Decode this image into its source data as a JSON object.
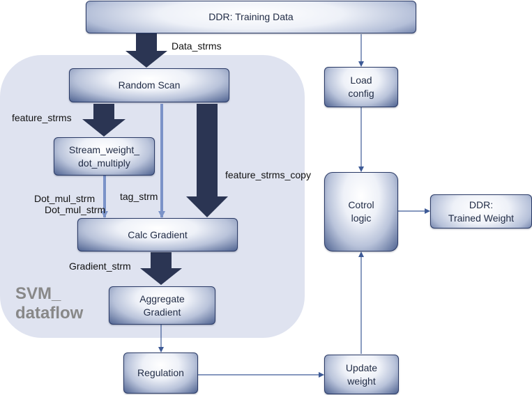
{
  "region": {
    "title": "SVM_\ndataflow"
  },
  "nodes": {
    "ddr_training": "DDR: Training Data",
    "random_scan": "Random Scan",
    "stream_weight": "Stream_weight_\ndot_multiply",
    "calc_gradient": "Calc Gradient",
    "aggregate": "Aggregate\nGradient",
    "regulation": "Regulation",
    "load_config": "Load\nconfig",
    "control_logic": "Cotrol\nlogic",
    "ddr_weight": "DDR:\nTrained Weight",
    "update_weight": "Update\nweight"
  },
  "edges": {
    "data_strms": "Data_strms",
    "feature_strms": "feature_strms",
    "feature_strms_copy": "feature_strms_copy",
    "tag_strm": "tag_strm",
    "dot_mul_strm_1": "Dot_mul_strm",
    "dot_mul_strm_2": "Dot_mul_strm",
    "gradient_strm": "Gradient_strm"
  },
  "colors": {
    "thick_arrow": "#2b3553",
    "thin_arrow": "#3d5a96",
    "light_arrow": "#7b93c8",
    "region_fill": "#dfe3f0",
    "region_title": "#888888"
  }
}
